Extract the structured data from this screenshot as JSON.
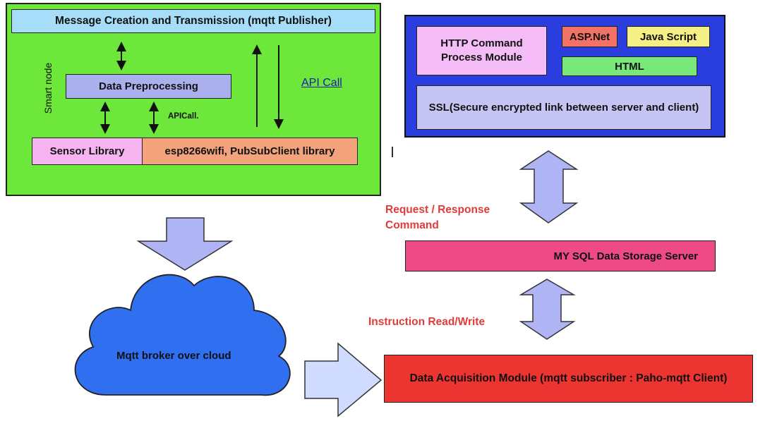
{
  "colors": {
    "smart_node_panel": "#6de83a",
    "publisher_box": "#a6defa",
    "preprocess_box": "#aab0ee",
    "sensor_lib_box": "#f5b4f0",
    "esp_box": "#f2a37b",
    "server_panel": "#2a3ee0",
    "http_box": "#f5bdf7",
    "aspnet_box": "#f27266",
    "javascript_box": "#f6ef86",
    "html_box": "#78e878",
    "ssl_box": "#c6c4f2",
    "mysql_box": "#ee4b86",
    "acquisition_box": "#ec3431",
    "cloud": "#2f6ff0",
    "big_arrow_fill": "#aeb4f4",
    "hollow_arrow_fill": "#cfdcff",
    "red_label": "#e03b3b",
    "link_blue": "#1a1aa8"
  },
  "smart_node": {
    "side_label": "Smart node",
    "publisher": "Message Creation and Transmission (mqtt Publisher)",
    "preprocessing": "Data Preprocessing",
    "apicall_small": "APICall.",
    "api_call": "API Call",
    "sensor_library": "Sensor Library",
    "esp_library": "esp8266wifi, PubSubClient library"
  },
  "web_server": {
    "http_module": "HTTP Command Process Module",
    "aspnet": "ASP.Net",
    "javascript": "Java Script",
    "html": "HTML",
    "ssl": "SSL(Secure encrypted link between server and client)"
  },
  "labels": {
    "request_response": "Request / Response Command",
    "instruction": "Instruction Read/Write"
  },
  "mysql": "MY SQL Data Storage Server",
  "cloud": "Mqtt broker over cloud",
  "acquisition": "Data Acquisition Module (mqtt subscriber : Paho-mqtt Client)"
}
